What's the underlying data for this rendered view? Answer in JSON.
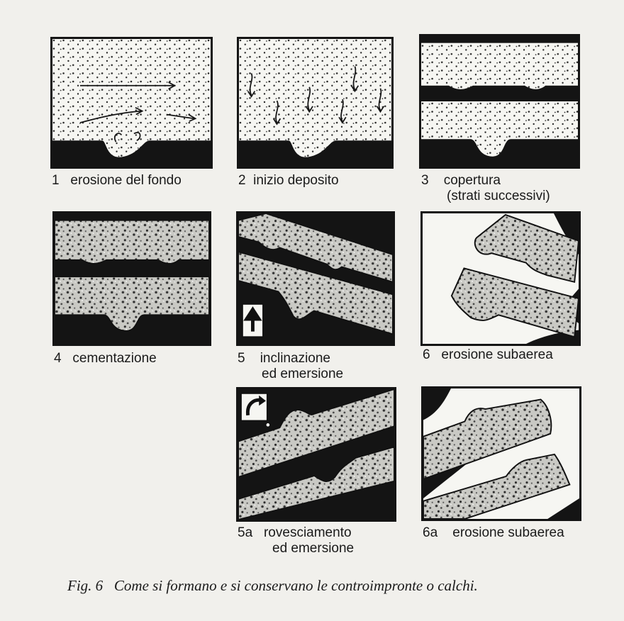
{
  "panels": [
    {
      "id": "1",
      "number": "1",
      "label": "erosione del fondo"
    },
    {
      "id": "2",
      "number": "2",
      "label": "inizio deposito"
    },
    {
      "id": "3",
      "number": "3",
      "label": "copertura",
      "label2": "(strati successivi)"
    },
    {
      "id": "4",
      "number": "4",
      "label": "cementazione"
    },
    {
      "id": "5",
      "number": "5",
      "label": "inclinazione",
      "label2": "ed emersione"
    },
    {
      "id": "6",
      "number": "6",
      "label": "erosione subaerea"
    },
    {
      "id": "5a",
      "number": "5a",
      "label": "rovesciamento",
      "label2": "ed emersione"
    },
    {
      "id": "6a",
      "number": "6a",
      "label": "erosione subaerea"
    }
  ],
  "figure": {
    "prefix": "Fig. 6",
    "caption": "Come si formano e si conservano le controimpronte o calchi."
  }
}
